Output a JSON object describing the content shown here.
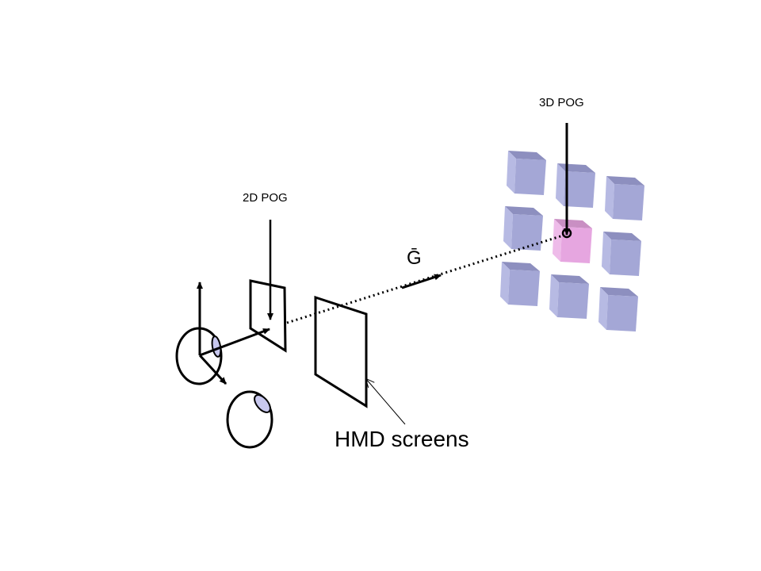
{
  "labels": {
    "pog3d": "3D POG",
    "pog2d": "2D POG",
    "gaze": "Ḡ",
    "hmd": "HMD screens"
  },
  "colors": {
    "cube_front": "#a4a7d6",
    "cube_top": "#8d8fbf",
    "cube_side": "#b7bae3",
    "target_front": "#e6a6e0",
    "target_top": "#c98fc3",
    "target_side": "#eebbe9",
    "pupil": "#c8c8ee",
    "stroke": "#000000"
  },
  "cubes": [
    {
      "row": 0,
      "col": 0,
      "target": false
    },
    {
      "row": 0,
      "col": 1,
      "target": false
    },
    {
      "row": 0,
      "col": 2,
      "target": false
    },
    {
      "row": 1,
      "col": 0,
      "target": false
    },
    {
      "row": 1,
      "col": 1,
      "target": true
    },
    {
      "row": 1,
      "col": 2,
      "target": false
    },
    {
      "row": 2,
      "col": 0,
      "target": false
    },
    {
      "row": 2,
      "col": 1,
      "target": false
    },
    {
      "row": 2,
      "col": 2,
      "target": false
    }
  ]
}
